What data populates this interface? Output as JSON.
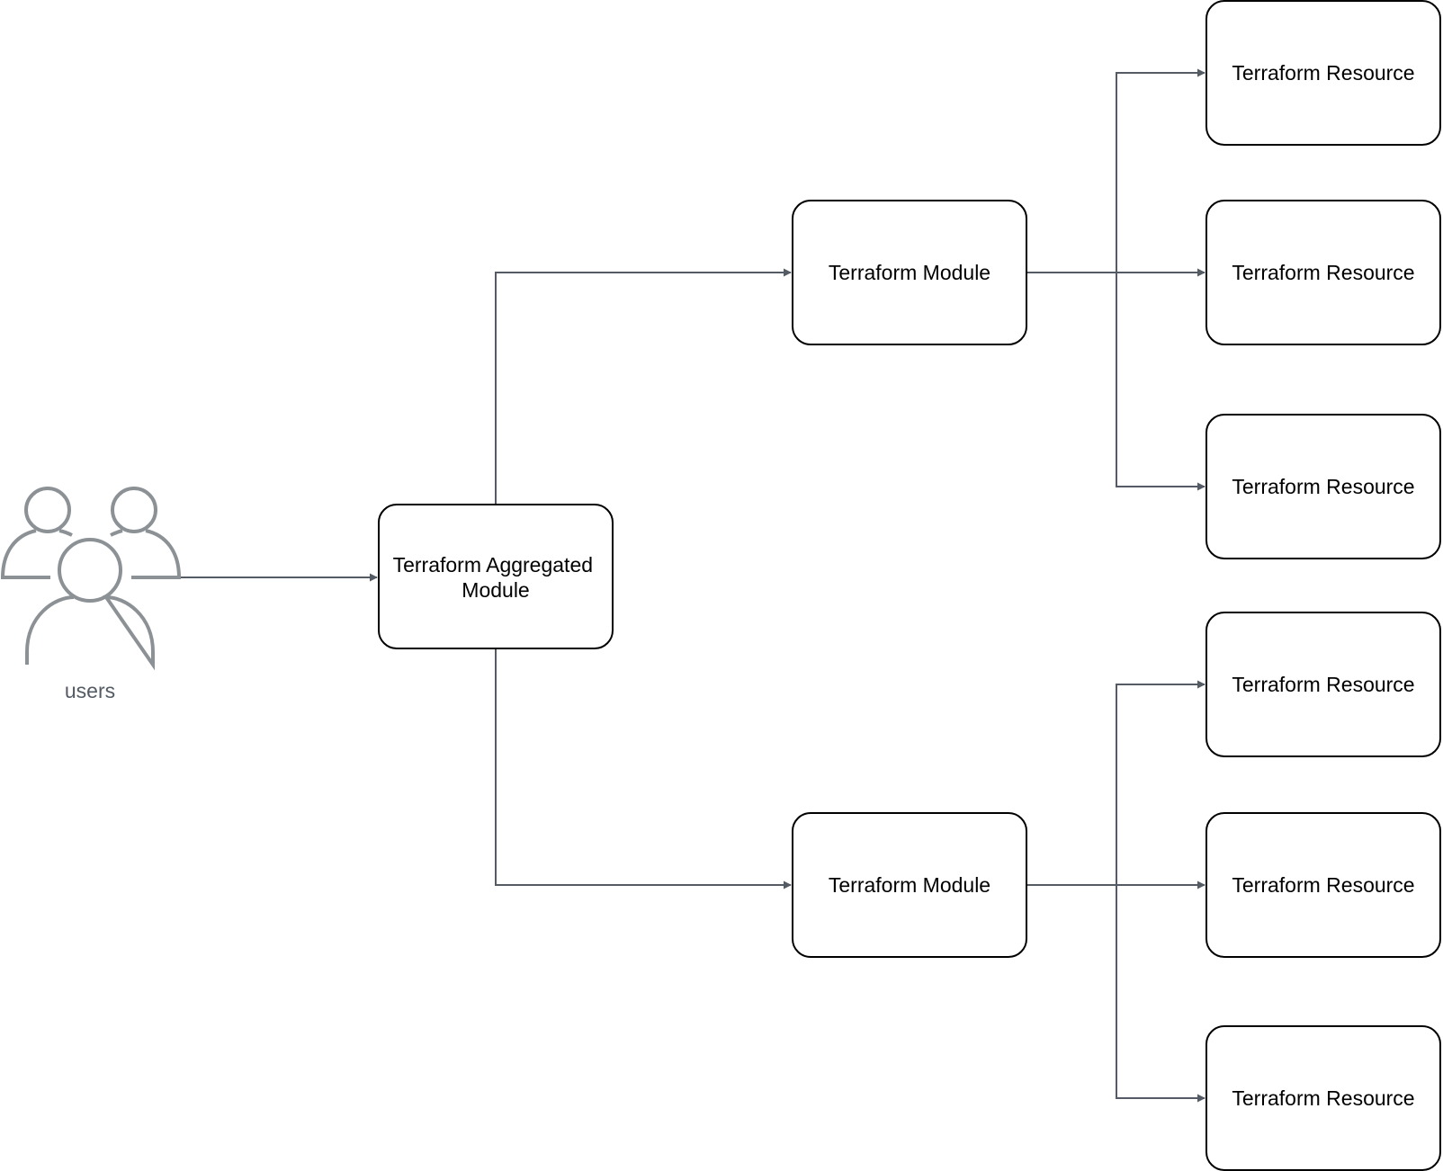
{
  "diagram": {
    "users": {
      "label": "users",
      "icon": "users-icon"
    },
    "aggregated": {
      "line1": "Terraform Aggregated",
      "line2": "Module"
    },
    "modules": [
      {
        "label": "Terraform Module"
      },
      {
        "label": "Terraform Module"
      }
    ],
    "resources": [
      {
        "label": "Terraform Resource"
      },
      {
        "label": "Terraform Resource"
      },
      {
        "label": "Terraform Resource"
      },
      {
        "label": "Terraform Resource"
      },
      {
        "label": "Terraform Resource"
      },
      {
        "label": "Terraform Resource"
      }
    ],
    "colors": {
      "connector": "#545b64",
      "node_border": "#000000",
      "icon": "#8c9196",
      "users_label": "#545b64"
    }
  }
}
